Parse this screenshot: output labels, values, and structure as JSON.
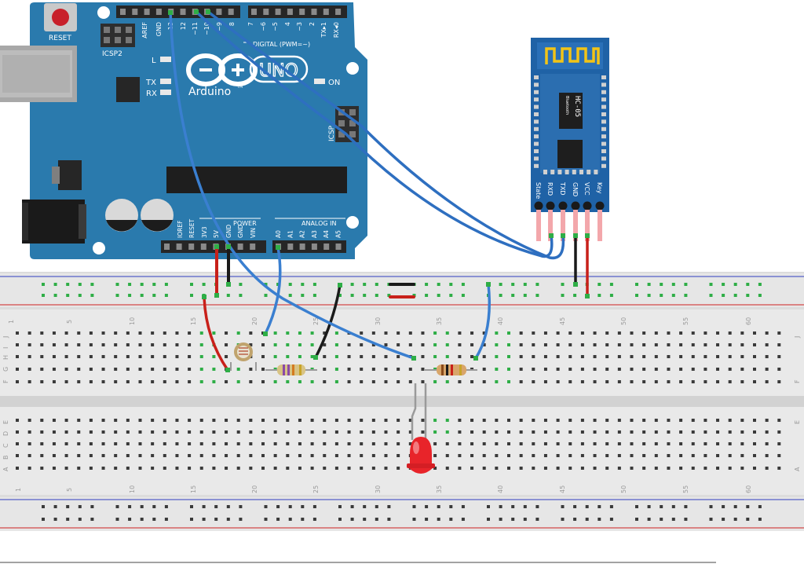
{
  "arduino": {
    "brand": "Arduino",
    "brand_tm": "TM",
    "model": "UNO",
    "reset_label": "RESET",
    "icsp2_label": "ICSP2",
    "icsp_label": "ICSP",
    "on_label": "ON",
    "led_l": "L",
    "led_tx": "TX",
    "led_rx": "RX",
    "digital_header": "DIGITAL (PWM=~)",
    "power_header": "POWER",
    "analog_header": "ANALOG IN",
    "digital_pins": [
      "AREF",
      "GND",
      "13",
      "12",
      "~11",
      "~10",
      "~9",
      "8",
      "7",
      "~6",
      "~5",
      "4",
      "~3",
      "2",
      "TX▸1",
      "RX◂0"
    ],
    "power_pins": [
      "IOREF",
      "RESET",
      "3V3",
      "5V",
      "GND",
      "GND",
      "VIN"
    ],
    "analog_pins": [
      "A0",
      "A1",
      "A2",
      "A3",
      "A4",
      "A5"
    ]
  },
  "bluetooth": {
    "chip_name": "HC-05",
    "chip_sub": "Bluetooth",
    "pins": [
      "State",
      "RXD",
      "TXD",
      "GND",
      "VCC",
      "Key"
    ]
  },
  "breadboard": {
    "top_numbers": [
      "1",
      "5",
      "10",
      "15",
      "20",
      "25",
      "30",
      "35",
      "40",
      "45",
      "50",
      "55",
      "60"
    ],
    "bottom_numbers": [
      "1",
      "5",
      "10",
      "15",
      "20",
      "25",
      "30",
      "35",
      "40",
      "45",
      "50",
      "55",
      "60"
    ],
    "rows_top": [
      "J",
      "I",
      "H",
      "G",
      "F"
    ],
    "rows_bottom": [
      "E",
      "D",
      "C",
      "B",
      "A"
    ]
  },
  "colors": {
    "board": "#2a78a8",
    "wire_blue": "#3a7fd0",
    "wire_red": "#c8201a",
    "wire_black": "#1a1a1a",
    "led": "#e8242a",
    "module": "#1f5fa0",
    "hole_green": "#2fae47"
  }
}
